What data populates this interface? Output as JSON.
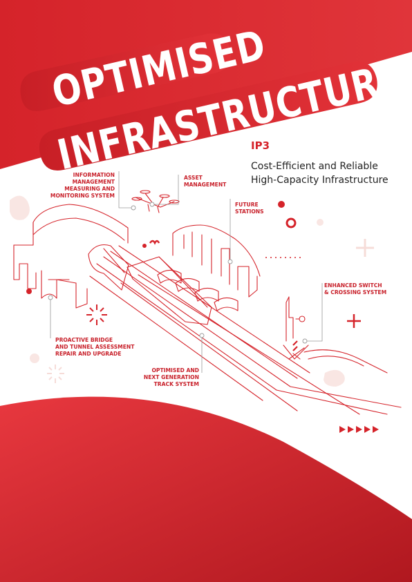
{
  "title": {
    "line1": "OPTIMISED",
    "line2": "INFRASTRUCTURE"
  },
  "program": {
    "code": "IP3",
    "subtitle_line1": "Cost-Efficient and Reliable",
    "subtitle_line2": "High-Capacity Infrastructure"
  },
  "labels": {
    "info_mgmt": [
      "INFORMATION",
      "MANAGEMENT",
      "MEASURING AND",
      "MONITORING SYSTEM"
    ],
    "asset": [
      "ASSET",
      "MANAGEMENT"
    ],
    "stations": [
      "FUTURE",
      "STATIONS"
    ],
    "switch": [
      "ENHANCED SWITCH",
      "& CROSSING SYSTEM"
    ],
    "bridge": [
      "PROACTIVE BRIDGE",
      "AND TUNNEL ASSESSMENT",
      "REPAIR AND UPGRADE"
    ],
    "track": [
      "OPTIMISED AND",
      "NEXT GENERATION",
      "TRACK SYSTEM"
    ]
  },
  "colors": {
    "brand_red": "#d5232a",
    "dark_red": "#b01a20",
    "light_red": "#e8383f",
    "blush": "#f9e6e3",
    "text_dark": "#222222"
  }
}
